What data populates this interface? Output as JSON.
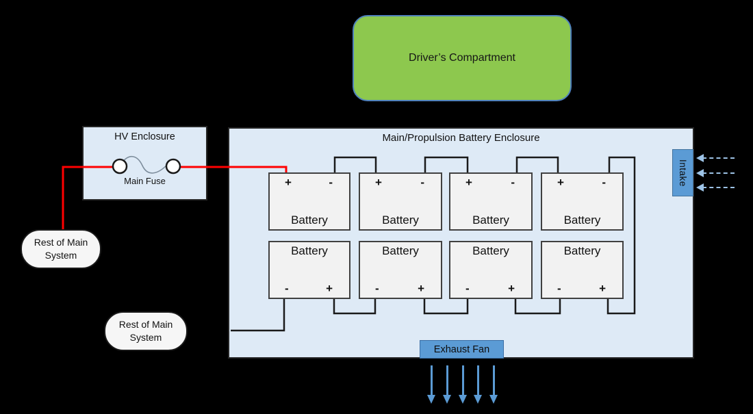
{
  "driver_compartment": {
    "label": "Driver’s Compartment"
  },
  "hv_enclosure": {
    "title": "HV Enclosure",
    "fuse_label": "Main Fuse"
  },
  "battery_enclosure": {
    "title": "Main/Propulsion Battery Enclosure",
    "intake": {
      "label": "Intake",
      "arrow_count": 3
    },
    "exhaust": {
      "label": "Exhaust Fan",
      "arrow_count": 5
    },
    "batteries": {
      "top_row": [
        {
          "name": "Battery",
          "left_terminal": "+",
          "right_terminal": "-"
        },
        {
          "name": "Battery",
          "left_terminal": "+",
          "right_terminal": "-"
        },
        {
          "name": "Battery",
          "left_terminal": "+",
          "right_terminal": "-"
        },
        {
          "name": "Battery",
          "left_terminal": "+",
          "right_terminal": "-"
        }
      ],
      "bottom_row": [
        {
          "name": "Battery",
          "left_terminal": "-",
          "right_terminal": "+"
        },
        {
          "name": "Battery",
          "left_terminal": "-",
          "right_terminal": "+"
        },
        {
          "name": "Battery",
          "left_terminal": "-",
          "right_terminal": "+"
        },
        {
          "name": "Battery",
          "left_terminal": "-",
          "right_terminal": "+"
        }
      ]
    }
  },
  "external_nodes": {
    "rest_of_main_top": {
      "label": "Rest of Main System"
    },
    "rest_of_main_bottom": {
      "label": "Rest of Main System"
    }
  },
  "colors": {
    "background": "#000000",
    "enclosure_fill": "#DEEAF6",
    "battery_fill": "#F2F2F2",
    "driver_fill": "#8DC84E",
    "driver_border": "#4F81BD",
    "hvac_blue": "#5B9BD5",
    "airflow_blue": "#9DC3E6",
    "wire_red": "#FF0000",
    "wire_black": "#1A1A1A"
  }
}
